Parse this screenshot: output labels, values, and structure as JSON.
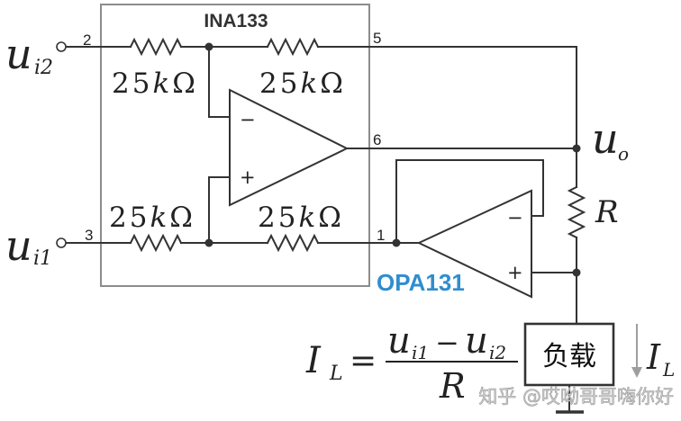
{
  "colors": {
    "wire": "#333333",
    "chip_outline": "#8c8c8c",
    "opa131_label": "#2e8ecf",
    "current_arrow": "#9e9e9e",
    "watermark": "#cfcfcf"
  },
  "ina133": {
    "name": "INA133",
    "opamp": {
      "minus": "−",
      "plus": "+"
    }
  },
  "pins": {
    "pin2": "2",
    "pin5": "5",
    "pin6": "6",
    "pin3": "3",
    "pin1": "1"
  },
  "inputs": {
    "ui2": {
      "symbol": "u",
      "sub": "i2"
    },
    "ui1": {
      "symbol": "u",
      "sub": "i1"
    }
  },
  "output": {
    "symbol": "u",
    "sub": "o"
  },
  "resistors": [
    {
      "num": "25",
      "prefix": "k",
      "unit": "Ω"
    },
    {
      "num": "25",
      "prefix": "k",
      "unit": "Ω"
    },
    {
      "num": "25",
      "prefix": "k",
      "unit": "Ω"
    },
    {
      "num": "25",
      "prefix": "k",
      "unit": "Ω"
    }
  ],
  "feedback_resistor": {
    "label": "R"
  },
  "opa131": {
    "name": "OPA131",
    "minus": "−",
    "plus": "+"
  },
  "load": {
    "label": "负载"
  },
  "load_current": {
    "symbol": "I",
    "sub": "L"
  },
  "formula": {
    "lhs": "I",
    "lhs_sub": "L",
    "eq": "=",
    "num_a": "u",
    "num_a_sub": "i1",
    "op": "−",
    "num_b": "u",
    "num_b_sub": "i2",
    "den": "R"
  },
  "watermark": "知乎 @哎呦哥哥嗨你好"
}
